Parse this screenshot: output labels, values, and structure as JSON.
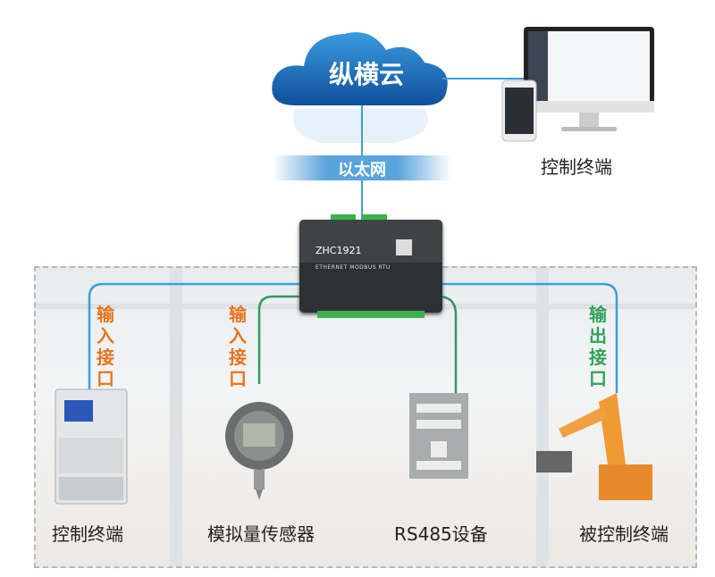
{
  "cloud": {
    "label": "纵横云"
  },
  "network": {
    "label": "以太网"
  },
  "remote_terminal": {
    "label": "控制终端"
  },
  "gateway": {
    "model": "ZHC1921",
    "subtitle": "ETHERNET MODBUS RTU"
  },
  "links": [
    {
      "label": "输入接口",
      "color": "#e8741e"
    },
    {
      "label": "输入接口",
      "color": "#e8741e"
    },
    {
      "label": "输出接口",
      "color": "#2fa35a"
    }
  ],
  "devices": [
    {
      "label": "控制终端"
    },
    {
      "label": "模拟量传感器"
    },
    {
      "label": "RS485设备"
    },
    {
      "label": "被控制终端"
    }
  ],
  "colors": {
    "blue_line": "#3aa0d8",
    "green_line": "#2e9a63",
    "cloud": "#1f6fb8"
  }
}
